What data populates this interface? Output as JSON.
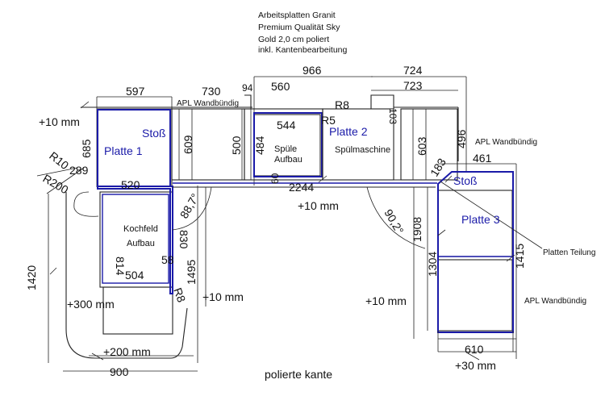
{
  "header": {
    "line1": "Arbeitsplatten Granit",
    "line2": "Premium Qualität Sky",
    "line3": "Gold 2,0 cm poliert",
    "line4": "inkl. Kantenbearbeitung"
  },
  "plates": {
    "platte1": "Platte 1",
    "platte2": "Platte 2",
    "platte3": "Platte 3",
    "stoss_left": "Stoß",
    "stoss_right": "Stoß"
  },
  "appliances": {
    "spuele_line1": "Spüle",
    "spuele_line2": "Aufbau",
    "spuelmaschine": "Spülmaschine",
    "kochfeld_line1": "Kochfeld",
    "kochfeld_line2": "Aufbau"
  },
  "notes": {
    "apl_top": "APL Wandbündig",
    "apl_right": "APL Wandbündig",
    "apl_bottom_right": "APL Wandbündig",
    "platten_teilung": "Platten Teilung",
    "polierte_kante": "polierte kante"
  },
  "margins": {
    "top_left": "+10 mm",
    "middle": "+10 mm",
    "left_mid": "+10 mm",
    "right_mid": "+10 mm",
    "plus300": "+300 mm",
    "plus200": "+200 mm",
    "plus30": "+30 mm"
  },
  "dimensions": {
    "d597": "597",
    "d730": "730",
    "d94": "94",
    "d560": "560",
    "d966": "966",
    "d724": "724",
    "d723": "723",
    "d103": "103",
    "d496": "496",
    "d461": "461",
    "d183": "183",
    "d685": "685",
    "d609": "609",
    "d500": "500",
    "d484": "484",
    "d544": "544",
    "d60": "60",
    "d603": "603",
    "r8_top": "R8",
    "r5": "R5",
    "r10": "R10",
    "d289": "289",
    "r200": "R200",
    "d520": "520",
    "d2244": "2244",
    "angle_887": "88,7°",
    "angle_902": "90,2°",
    "d1908": "1908",
    "d1304": "1304",
    "d1415": "1415",
    "d814": "814",
    "d830": "830",
    "d58": "58",
    "d1495": "1495",
    "d504": "504",
    "r8_bottom": "R8",
    "d1420": "1420",
    "d900": "900",
    "d610": "610"
  }
}
